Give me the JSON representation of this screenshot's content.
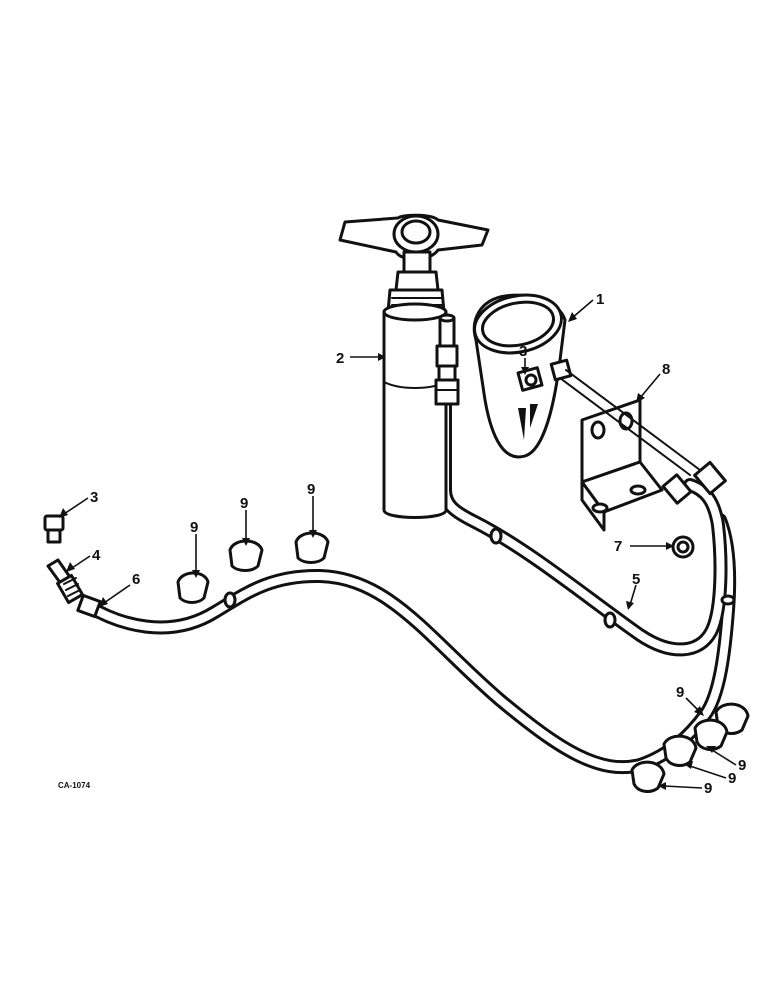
{
  "diagram": {
    "reference_code": "CA-1074",
    "callouts": [
      {
        "id": "c1",
        "label": "1",
        "part": "filter-bowl"
      },
      {
        "id": "c2",
        "label": "2",
        "part": "pump-cylinder"
      },
      {
        "id": "c3a",
        "label": "3",
        "part": "fitting"
      },
      {
        "id": "c3b",
        "label": "3",
        "part": "fitting"
      },
      {
        "id": "c4",
        "label": "4",
        "part": "elbow"
      },
      {
        "id": "c5",
        "label": "5",
        "part": "tube"
      },
      {
        "id": "c6",
        "label": "6",
        "part": "hose"
      },
      {
        "id": "c7",
        "label": "7",
        "part": "grommet"
      },
      {
        "id": "c8",
        "label": "8",
        "part": "bracket"
      },
      {
        "id": "c9a",
        "label": "9",
        "part": "clip"
      },
      {
        "id": "c9b",
        "label": "9",
        "part": "clip"
      },
      {
        "id": "c9c",
        "label": "9",
        "part": "clip"
      },
      {
        "id": "c9d",
        "label": "9",
        "part": "clip"
      },
      {
        "id": "c9e",
        "label": "9",
        "part": "clip"
      },
      {
        "id": "c9f",
        "label": "9",
        "part": "clip"
      },
      {
        "id": "c9g",
        "label": "9",
        "part": "clip"
      }
    ]
  }
}
